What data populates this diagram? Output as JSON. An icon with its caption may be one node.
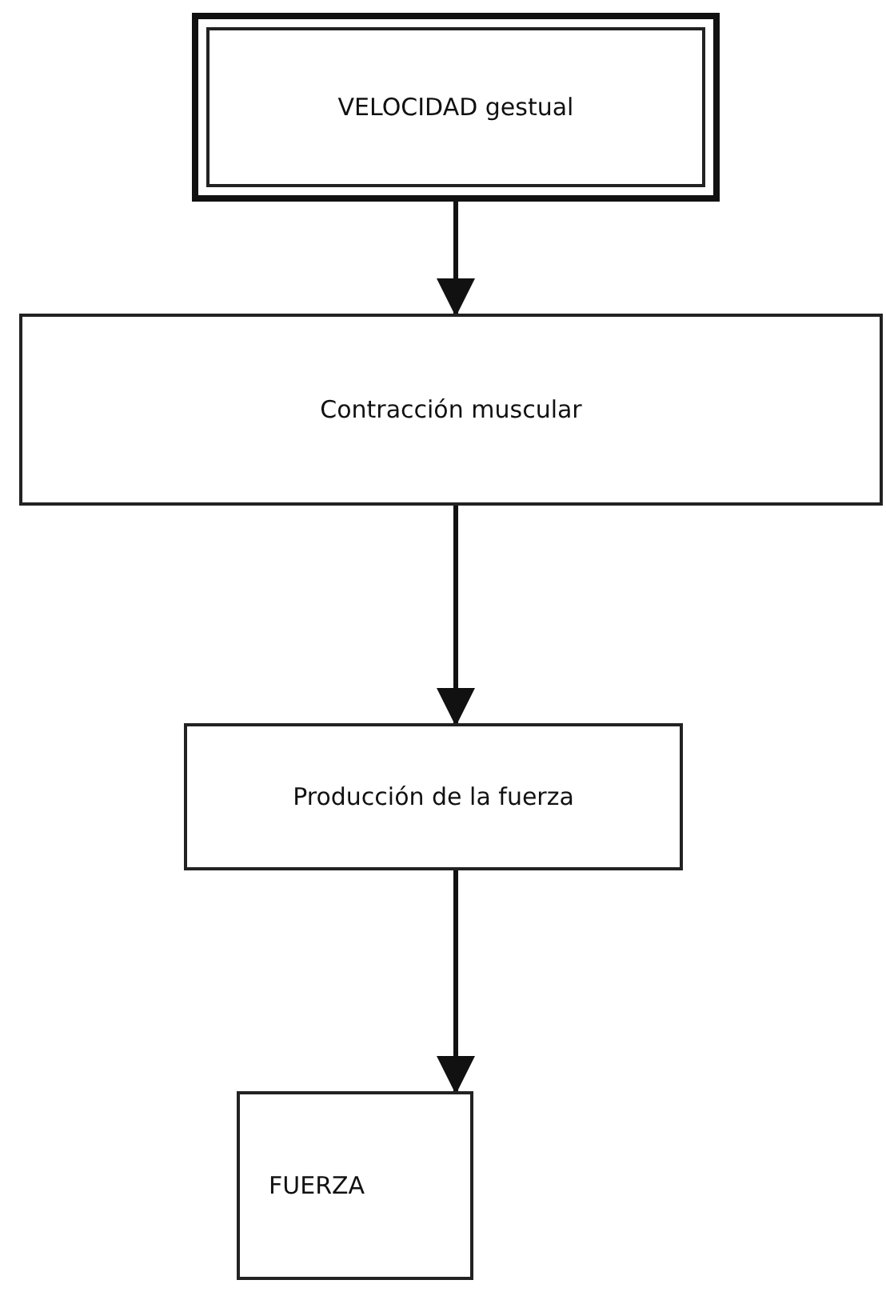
{
  "diagram": {
    "nodes": [
      {
        "text": [
          "VELOCIDAD gestual"
        ]
      },
      {
        "text": [
          "Contracción muscular"
        ]
      },
      {
        "text": [
          "Producción de la fuerza"
        ]
      },
      {
        "text": [
          "FUERZA"
        ]
      }
    ],
    "edges": [
      {
        "from": 0,
        "to": 1,
        "arrow": "to"
      },
      {
        "from": 1,
        "to": 2,
        "arrow": "to"
      },
      {
        "from": 2,
        "to": 3,
        "arrow": "to"
      }
    ]
  }
}
